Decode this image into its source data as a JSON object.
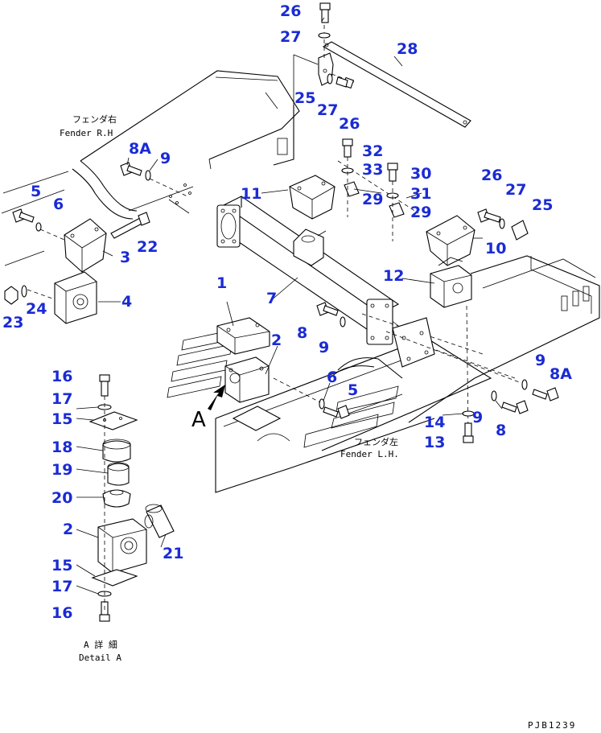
{
  "drawing_code": "PJB1239",
  "fender_rh": {
    "jp": "フェンダ右",
    "en": "Fender R.H"
  },
  "fender_lh": {
    "jp": "フェンダ左",
    "en": "Fender L.H."
  },
  "detail": {
    "jp": "A 詳 細",
    "en": "Detail A",
    "marker": "A"
  },
  "callouts": {
    "c26a": "26",
    "c27a": "27",
    "c28": "28",
    "c25a": "25",
    "c27b": "27",
    "c26b": "26",
    "c8Aa": "8A",
    "c9a": "9",
    "c32": "32",
    "c33": "33",
    "c30": "30",
    "c31": "31",
    "c29a": "29",
    "c29b": "29",
    "c26c": "26",
    "c27c": "27",
    "c25c": "25",
    "c11": "11",
    "c5a": "5",
    "c6a": "6",
    "c3": "3",
    "c22": "22",
    "c10": "10",
    "c4": "4",
    "c23": "23",
    "c24": "24",
    "c1": "1",
    "c7": "7",
    "c12": "12",
    "c8a": "8",
    "c9b": "9",
    "c2a": "2",
    "c16a": "16",
    "c17a": "17",
    "c15a": "15",
    "c6b": "6",
    "c5b": "5",
    "c9c": "9",
    "c8Ab": "8A",
    "c9d": "9",
    "c14": "14",
    "c8b": "8",
    "c13": "13",
    "c18": "18",
    "c19": "19",
    "c20": "20",
    "c2b": "2",
    "c21": "21",
    "c15b": "15",
    "c17b": "17",
    "c16b": "16"
  }
}
